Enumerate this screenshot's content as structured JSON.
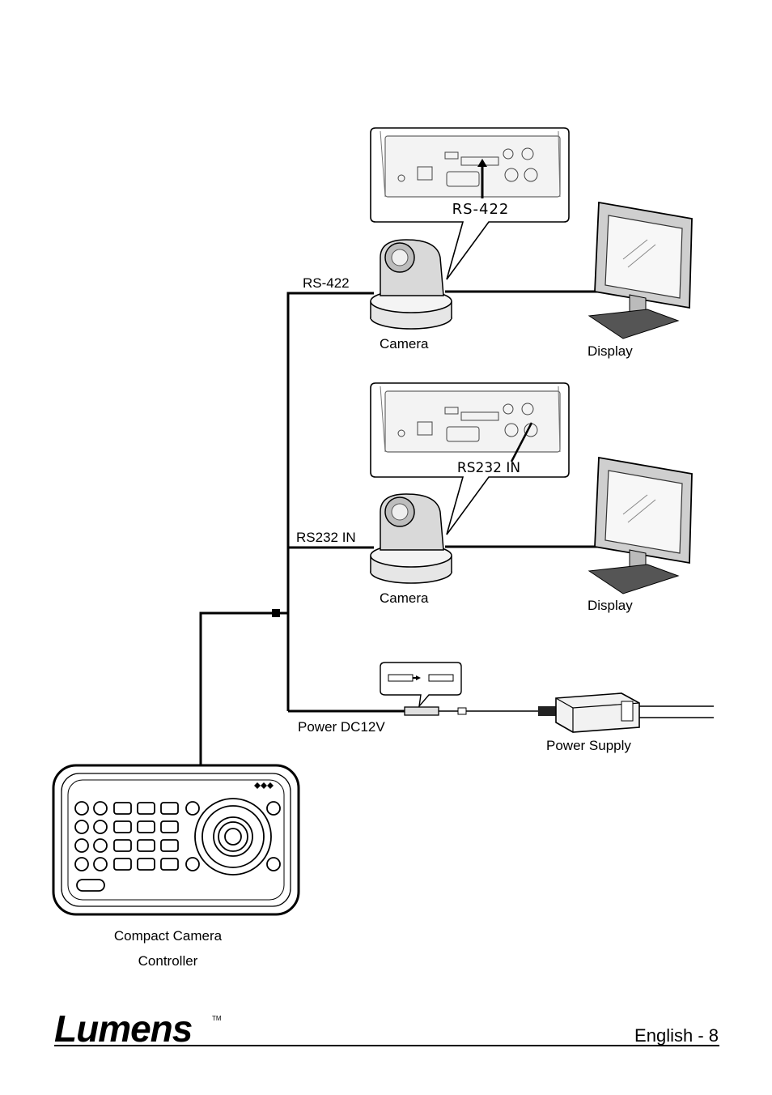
{
  "labels": {
    "rs422_callout": "RS-422",
    "rs232_callout": "RS232 IN",
    "rs422_line": "RS-422",
    "rs232_line": "RS232 IN",
    "camera_top": "Camera",
    "camera_bottom": "Camera",
    "display_top": "Display",
    "display_bottom": "Display",
    "power_dc": "Power DC12V",
    "power_supply": "Power Supply",
    "controller_line1": "Compact Camera",
    "controller_line2": "Controller"
  },
  "footer": {
    "brand": "Lumens",
    "trademark": "TM",
    "page": "English  -  8"
  }
}
